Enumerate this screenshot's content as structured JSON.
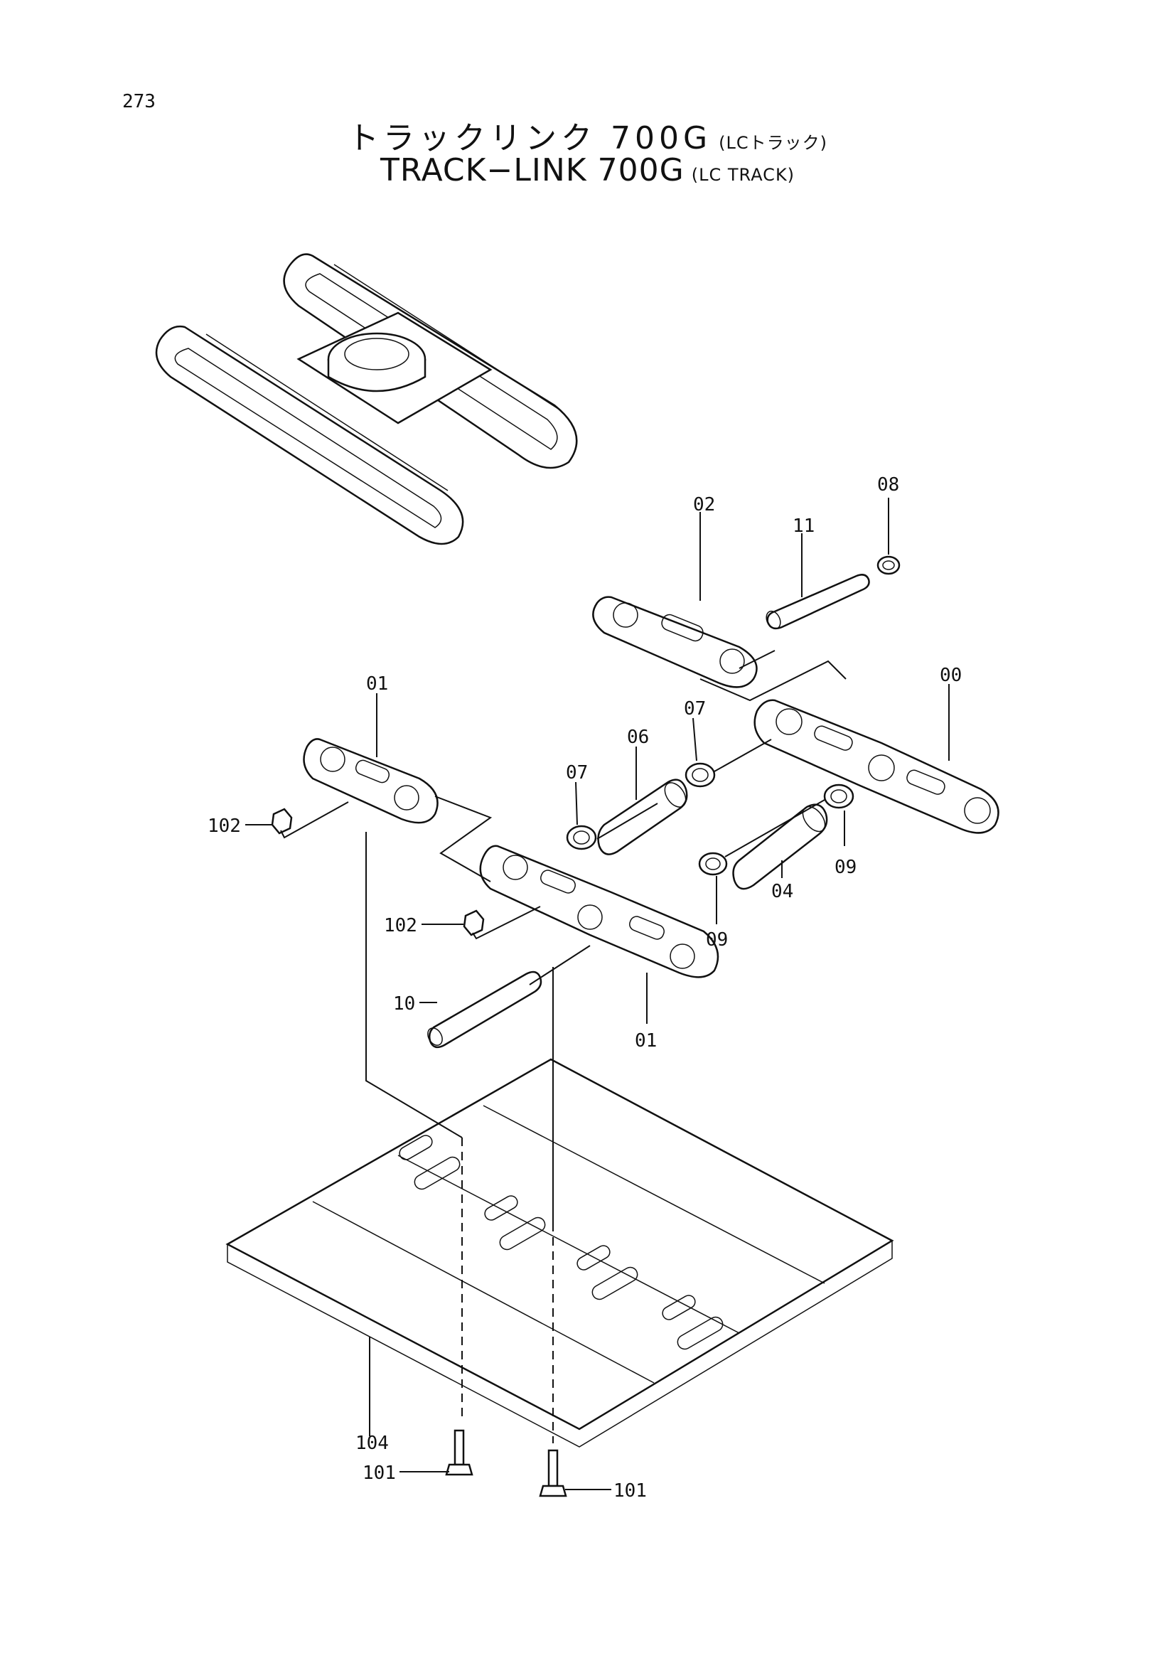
{
  "page_number": "273",
  "title_jp": {
    "main": "トラックリンク 700G",
    "sub": "(LCトラック)"
  },
  "title_en": {
    "main": "TRACK−LINK 700G",
    "sub": "(LC TRACK)"
  },
  "labels": {
    "p00": "00",
    "p01_top": "01",
    "p01_bottom": "01",
    "p02": "02",
    "p04": "04",
    "p06": "06",
    "p07_left": "07",
    "p07_right": "07",
    "p08": "08",
    "p09_right": "09",
    "p09_center": "09",
    "p10": "10",
    "p11": "11",
    "p101_left": "101",
    "p101_right": "101",
    "p102_top": "102",
    "p102_center": "102",
    "p104": "104"
  }
}
